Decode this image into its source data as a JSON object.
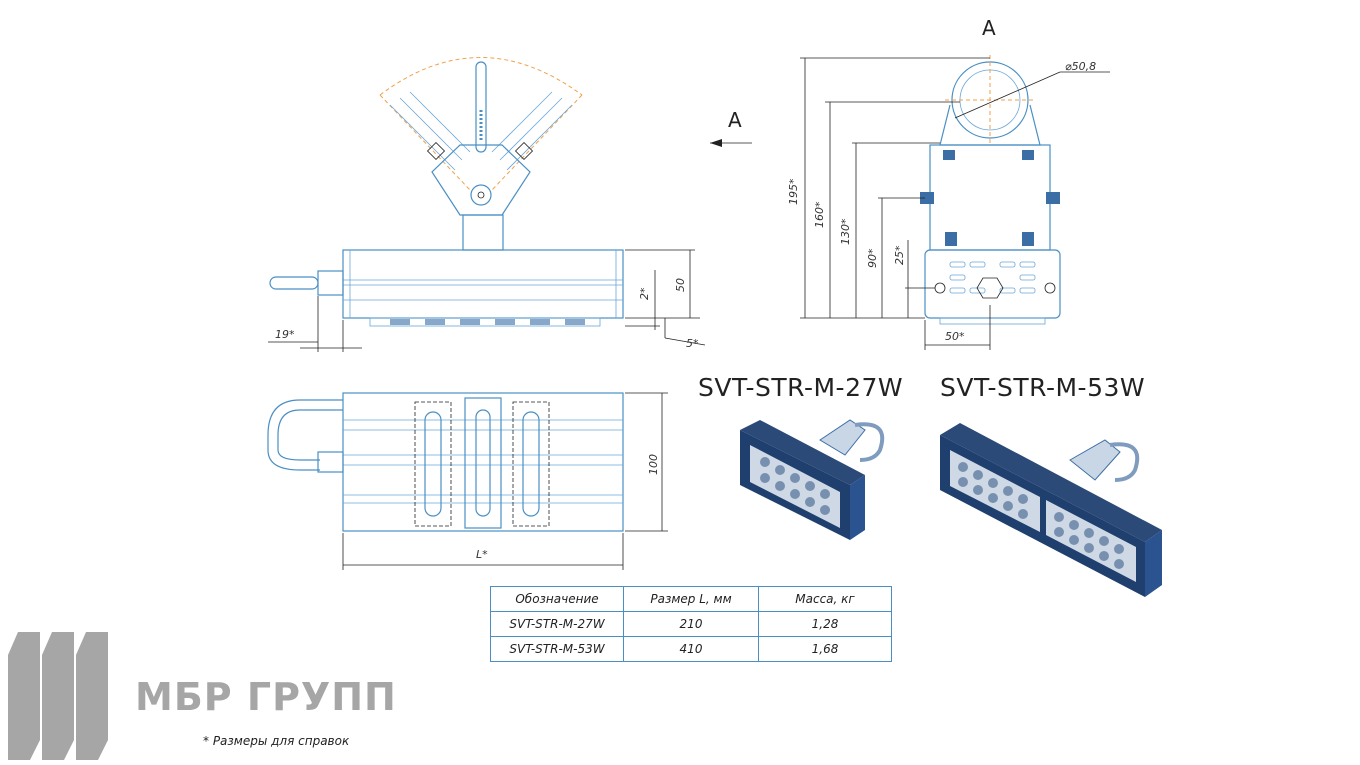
{
  "view_label": "A",
  "view_arrow_label": "A",
  "dimensions": {
    "front_19": "19*",
    "front_2": "2*",
    "front_50": "50",
    "front_5": "5*",
    "top_100": "100",
    "top_L": "L*",
    "side_195": "195*",
    "side_160": "160*",
    "side_130": "130*",
    "side_90": "90*",
    "side_25": "25*",
    "side_50": "50*",
    "side_diameter": "⌀50,8"
  },
  "products": [
    {
      "title": "SVT-STR-M-27W"
    },
    {
      "title": "SVT-STR-M-53W"
    }
  ],
  "table": {
    "headers": [
      "Обозначение",
      "Размер L, мм",
      "Масса, кг"
    ],
    "rows": [
      [
        "SVT-STR-M-27W",
        "210",
        "1,28"
      ],
      [
        "SVT-STR-M-53W",
        "410",
        "1,68"
      ]
    ]
  },
  "logo": {
    "text": "МБР ГРУПП",
    "color": "#a6a6a6"
  },
  "footnote": "* Размеры для справок",
  "colors": {
    "outline": "#4a8fc4",
    "angle_arc": "#f0a24a",
    "body": "#1f3f6e"
  }
}
